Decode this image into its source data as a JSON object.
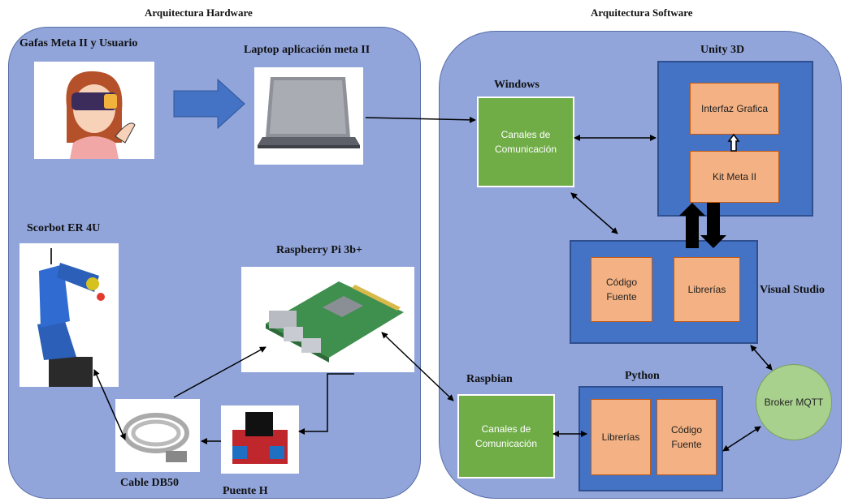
{
  "headers": {
    "hardware": "Arquitectura Hardware",
    "software": "Arquitectura Software"
  },
  "hardware": {
    "user_label": "Gafas Meta II y Usuario",
    "laptop_label": "Laptop aplicación meta II",
    "scorbot_label": "Scorbot ER 4U",
    "raspberry_label": "Raspberry Pi 3b+",
    "cable_label": "Cable DB50",
    "puente_label": "Puente H"
  },
  "software": {
    "windows_label": "Windows",
    "windows_box": "Canales de Comunicación",
    "unity_label": "Unity 3D",
    "interfaz_box": "Interfaz Grafica",
    "kit_box": "Kit Meta II",
    "vs_label": "Visual Studio",
    "codigo_vs": "Código Fuente",
    "librerias_vs": "Librerías",
    "raspbian_label": "Raspbian",
    "raspbian_box": "Canales de Comunicación",
    "python_label": "Python",
    "librerias_py": "Librerías",
    "codigo_py": "Código Fuente",
    "broker": "Broker MQTT"
  },
  "colors": {
    "panel": "#91a5db",
    "green": "#70ad47",
    "blue": "#4472c4",
    "salmon": "#f4b183",
    "broker": "#a9d18e"
  }
}
